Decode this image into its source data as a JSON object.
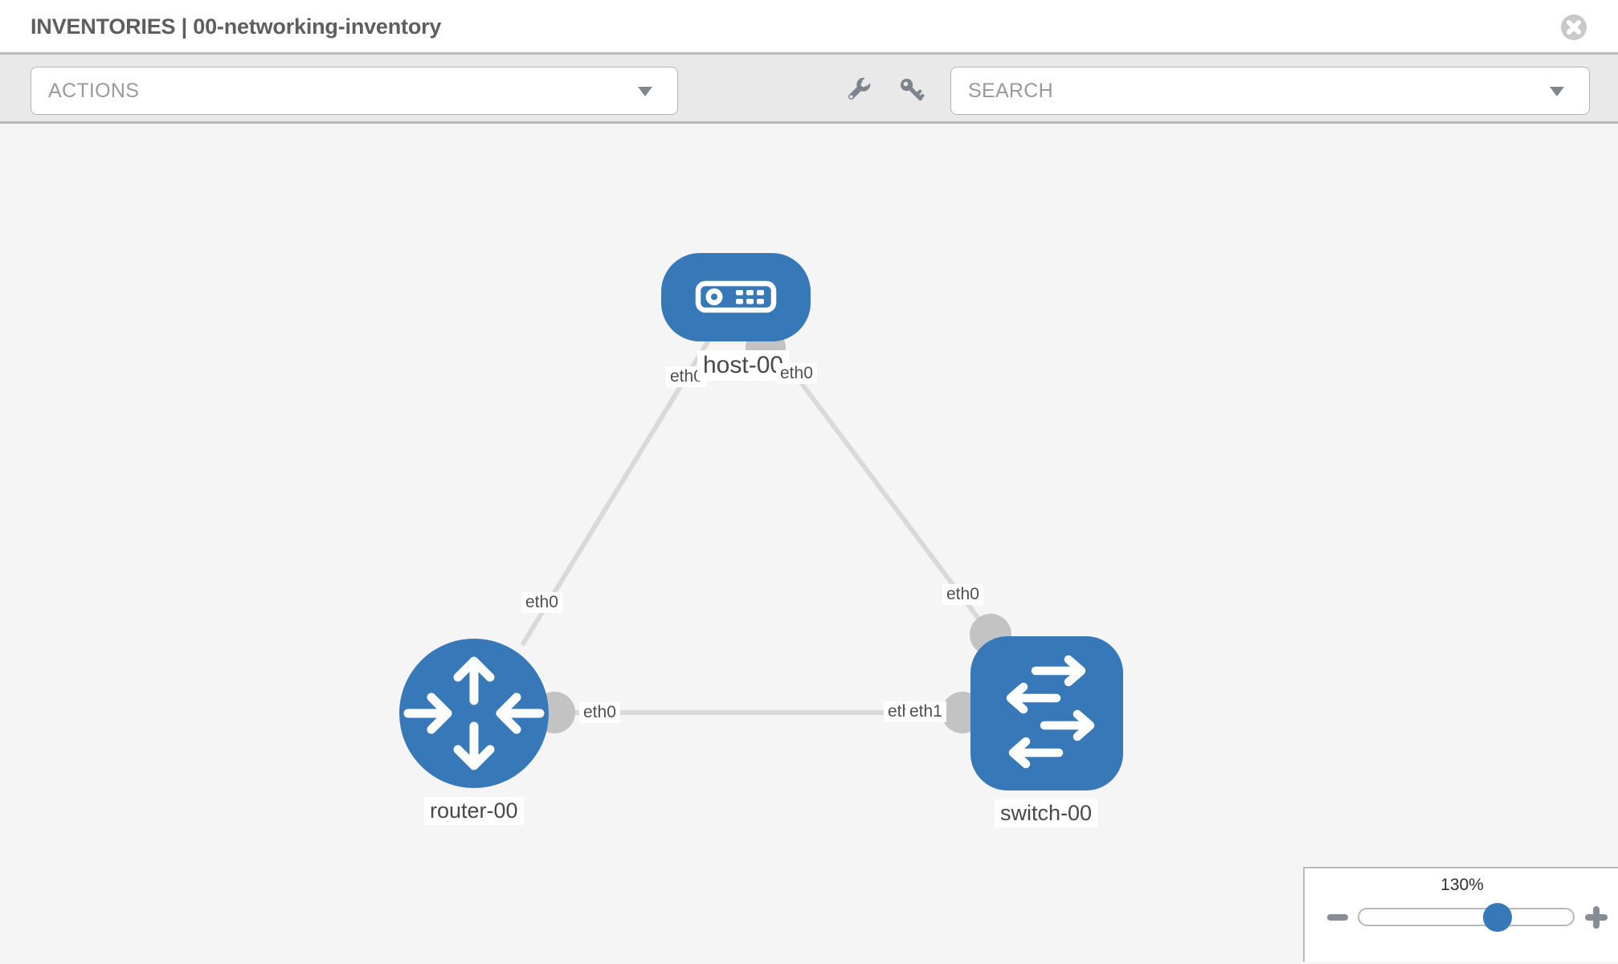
{
  "header": {
    "title": "INVENTORIES | 00-networking-inventory"
  },
  "toolbar": {
    "actions_label": "ACTIONS",
    "search_label": "SEARCH",
    "icons": [
      "wrench-icon",
      "key-icon"
    ]
  },
  "canvas": {
    "nodes": [
      {
        "id": "host-00",
        "type": "host",
        "label": "host-00"
      },
      {
        "id": "router-00",
        "type": "router",
        "label": "router-00"
      },
      {
        "id": "switch-00",
        "type": "switch",
        "label": "switch-00"
      }
    ],
    "links": [
      {
        "from": "host-00",
        "from_interface": "eth0",
        "to": "router-00",
        "to_interface": "eth0"
      },
      {
        "from": "host-00",
        "from_interface": "eth0",
        "to": "switch-00",
        "to_interface": "eth0"
      },
      {
        "from": "router-00",
        "from_interface": "eth0",
        "to": "switch-00",
        "to_interface": "eth1"
      }
    ],
    "labels": {
      "eth0": "eth0",
      "eth1": "eth1"
    }
  },
  "zoom_control": {
    "level": "130%"
  },
  "colors": {
    "node_blue": "#3779b8",
    "link_gray": "#d9d9d9",
    "dot_gray": "#c3c3c3",
    "toolbar_gray": "#e9e9e9",
    "canvas_gray": "#f5f5f5",
    "icon_gray": "#7d848d"
  }
}
